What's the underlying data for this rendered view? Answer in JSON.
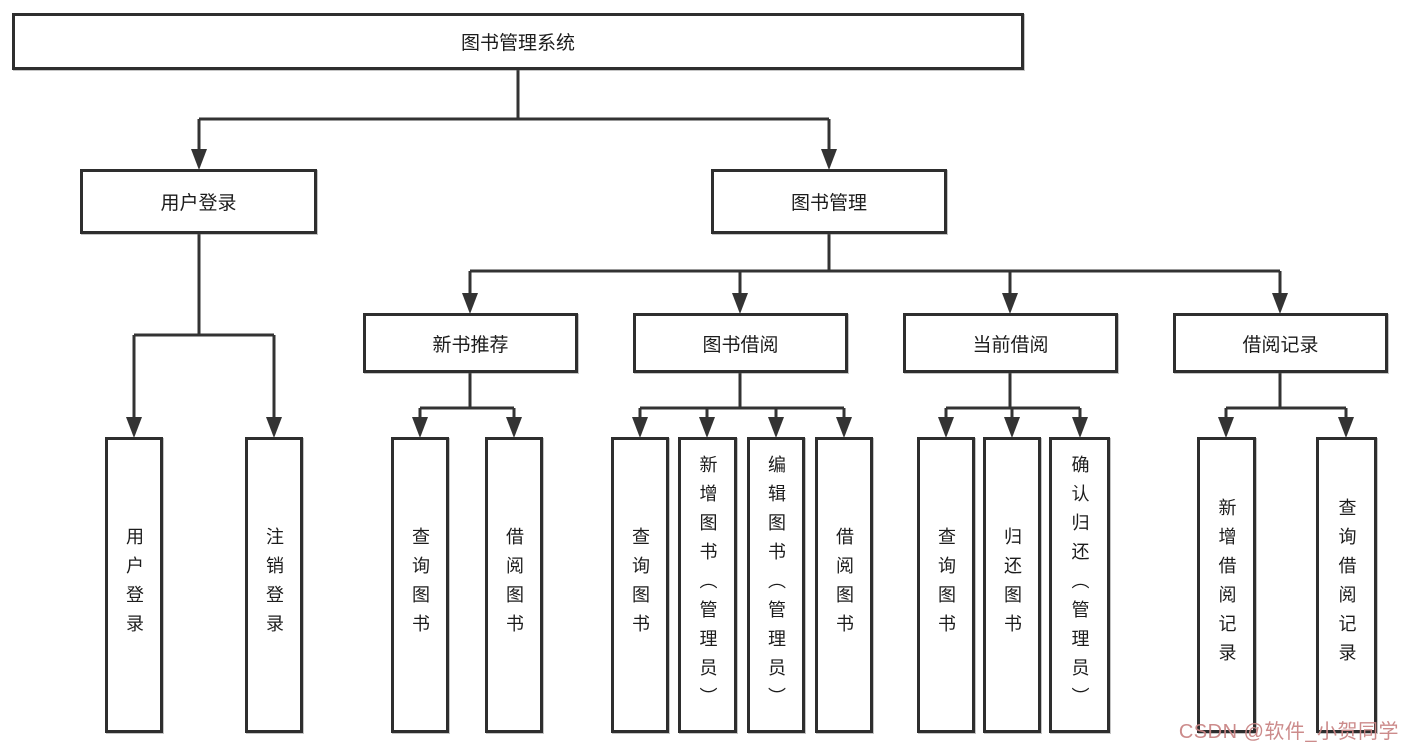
{
  "diagram": {
    "type": "tree",
    "title": "图书管理系统",
    "watermark": "CSDN @软件_小贺同学",
    "colors": {
      "line": "#333333",
      "box_border": "#2e2e2e",
      "text": "#1c1c1c",
      "background": "#ffffff",
      "watermark": "#c98585"
    },
    "tree": {
      "root": {
        "label": "图书管理系统",
        "children": [
          {
            "label": "用户登录",
            "children": [
              {
                "label": "用户登录"
              },
              {
                "label": "注销登录"
              }
            ]
          },
          {
            "label": "图书管理",
            "children": [
              {
                "label": "新书推荐",
                "children": [
                  {
                    "label": "查询图书"
                  },
                  {
                    "label": "借阅图书"
                  }
                ]
              },
              {
                "label": "图书借阅",
                "children": [
                  {
                    "label": "查询图书"
                  },
                  {
                    "label": "新增图书（管理员）"
                  },
                  {
                    "label": "编辑图书（管理员）"
                  },
                  {
                    "label": "借阅图书"
                  }
                ]
              },
              {
                "label": "当前借阅",
                "children": [
                  {
                    "label": "查询图书"
                  },
                  {
                    "label": "归还图书"
                  },
                  {
                    "label": "确认归还（管理员）"
                  }
                ]
              },
              {
                "label": "借阅记录",
                "children": [
                  {
                    "label": "新增借阅记录"
                  },
                  {
                    "label": "查询借阅记录"
                  }
                ]
              }
            ]
          }
        ]
      }
    }
  }
}
